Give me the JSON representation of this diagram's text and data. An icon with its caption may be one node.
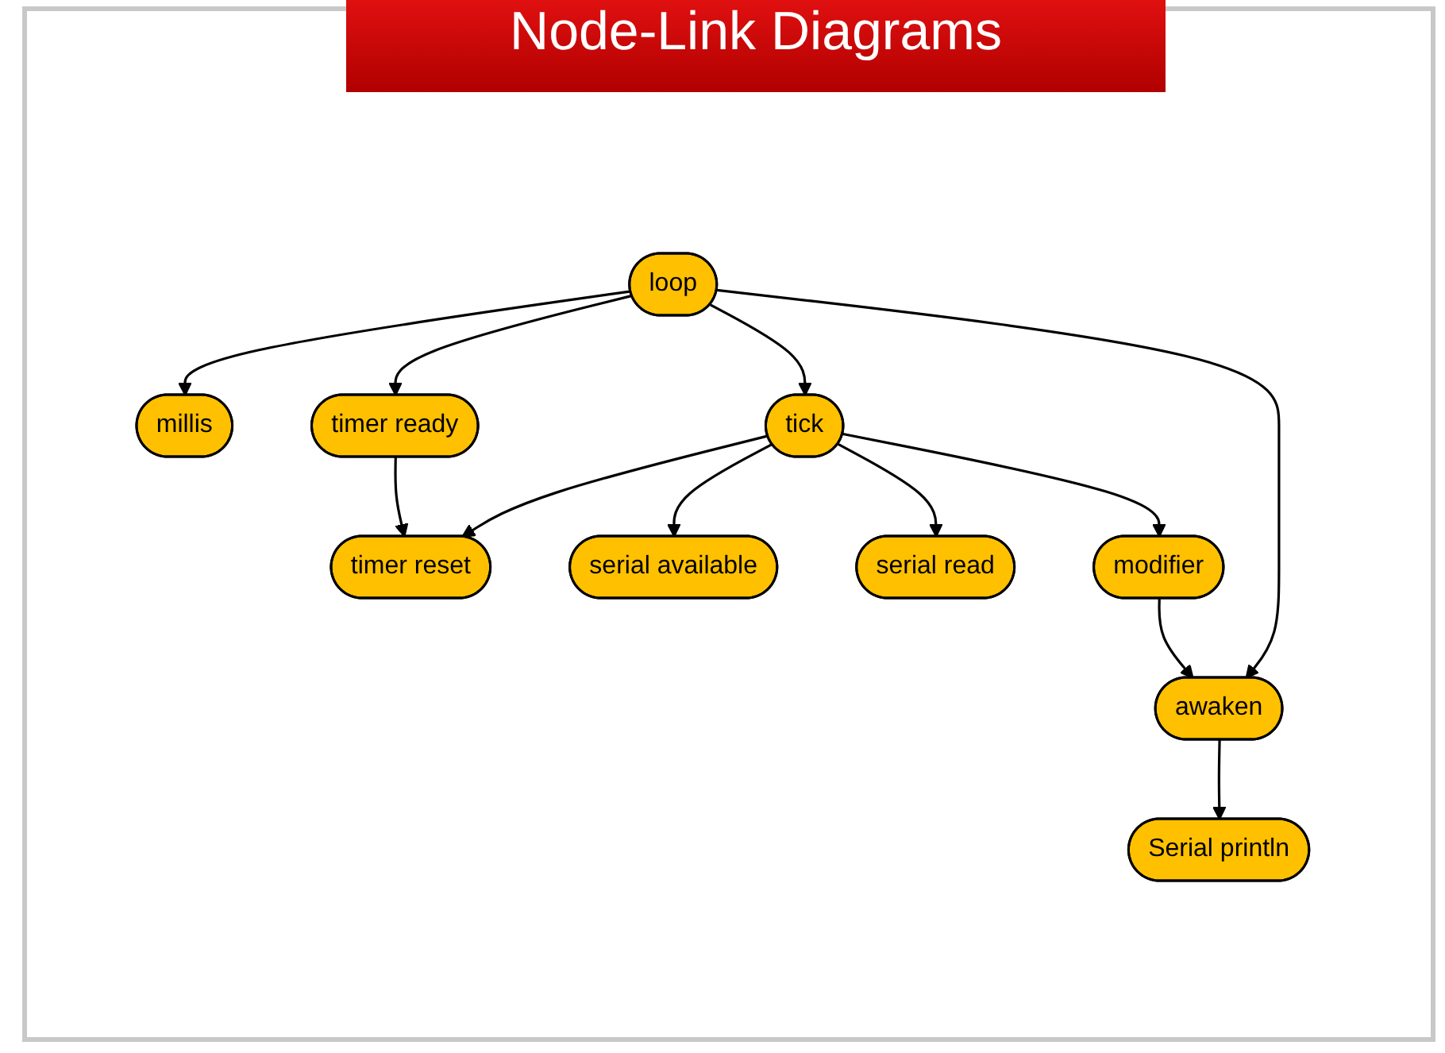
{
  "diagram": {
    "title": "Node-Link Diagrams",
    "nodes": [
      {
        "text": [
          "loop"
        ]
      },
      {
        "text": [
          "timer ready"
        ]
      },
      {
        "text": [
          "tick"
        ]
      },
      {
        "text": [
          "millis"
        ]
      },
      {
        "text": [
          "timer reset"
        ]
      },
      {
        "text": [
          "modifier"
        ]
      },
      {
        "text": [
          "serial available"
        ]
      },
      {
        "text": [
          "serial read"
        ]
      },
      {
        "text": [
          "awaken"
        ]
      },
      {
        "text": [
          "Serial println"
        ]
      }
    ],
    "edges": [
      {
        "from": 0,
        "to": 3,
        "arrow": "to"
      },
      {
        "from": 0,
        "to": 1,
        "arrow": "to"
      },
      {
        "from": 0,
        "to": 2,
        "arrow": "to"
      },
      {
        "from": 0,
        "to": 8,
        "arrow": "to"
      },
      {
        "from": 1,
        "to": 4,
        "arrow": "to"
      },
      {
        "from": 2,
        "to": 4,
        "arrow": "to"
      },
      {
        "from": 2,
        "to": 6,
        "arrow": "to"
      },
      {
        "from": 2,
        "to": 7,
        "arrow": "to"
      },
      {
        "from": 2,
        "to": 5,
        "arrow": "to"
      },
      {
        "from": 5,
        "to": 8,
        "arrow": "to"
      },
      {
        "from": 8,
        "to": 9,
        "arrow": "to"
      }
    ]
  }
}
